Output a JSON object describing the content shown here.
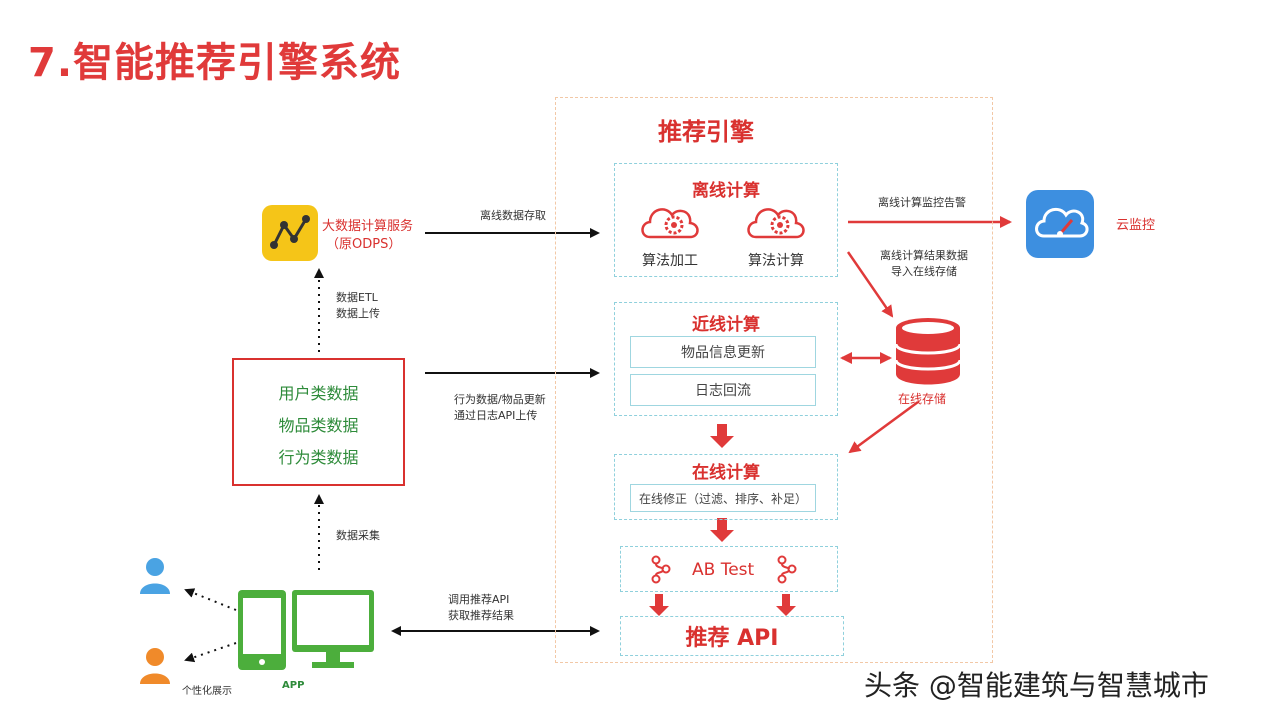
{
  "title": "7.智能推荐引擎系统",
  "engine": {
    "title": "推荐引擎",
    "offline": {
      "title": "离线计算",
      "item1": "算法加工",
      "item2": "算法计算"
    },
    "nearline": {
      "title": "近线计算",
      "item1": "物品信息更新",
      "item2": "日志回流"
    },
    "online": {
      "title": "在线计算",
      "item1": "在线修正（过滤、排序、补足）"
    },
    "ab_test": "AB Test",
    "api": "推荐 API"
  },
  "bigdata": {
    "line1": "大数据计算服务",
    "line2": "（原ODPS）"
  },
  "data_sources": {
    "items": [
      "用户类数据",
      "物品类数据",
      "行为类数据"
    ]
  },
  "cloud_monitor": "云监控",
  "online_storage": "在线存储",
  "edge_labels": {
    "offline_store": "离线数据存取",
    "etl_line1": "数据ETL",
    "etl_line2": "数据上传",
    "behavior_line1": "行为数据/物品更新",
    "behavior_line2": "通过日志API上传",
    "collect": "数据采集",
    "call_line1": "调用推荐API",
    "call_line2": "获取推荐结果",
    "monitor_alarm": "离线计算监控告警",
    "import_line1": "离线计算结果数据",
    "import_line2": "导入在线存储"
  },
  "app_label": "APP",
  "personal_label": "个性化展示",
  "watermark": "头条 @智能建筑与智慧城市",
  "colors": {
    "accent_red": "#d9312f",
    "green": "#2e8b3a",
    "dashed_blue": "#8fd0dc",
    "cloud_blue": "#3d8fe0"
  }
}
